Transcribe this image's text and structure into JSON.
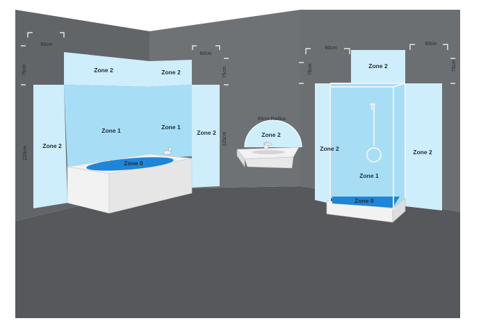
{
  "diagram": {
    "colors": {
      "wall_back": "#6f7275",
      "wall_left": "#626568",
      "wall_right": "#6c6f72",
      "floor": "#56585b",
      "zone_light": "#cdeefa",
      "zone_mid": "#a7def6",
      "zone_water": "#1e86d8",
      "fixture": "#f2f2f2"
    },
    "bath_area": {
      "zone2_top": "Zone 2",
      "zone2_top_right": "Zone 2",
      "zone2_left": "Zone 2",
      "zone2_right": "Zone 2",
      "zone1_main": "Zone 1",
      "zone1_right": "Zone 1",
      "zone0": "Zone 0",
      "dim_60_left": "60cm",
      "dim_60_right": "60cm",
      "dim_75_left": "75cm",
      "dim_75_right": "75cm",
      "dim_225_left": "225cm",
      "dim_225_right": "225cm"
    },
    "basin_area": {
      "radius_label": "60cm Radius",
      "zone2": "Zone 2"
    },
    "shower_area": {
      "zone2_top": "Zone 2",
      "zone2_left": "Zone 2",
      "zone2_right": "Zone 2",
      "zone1": "Zone 1",
      "zone0": "Zone 0",
      "dim_60_left": "60cm",
      "dim_60_right": "60cm",
      "dim_75_left": "75cm",
      "dim_75_right": "75cm"
    }
  }
}
